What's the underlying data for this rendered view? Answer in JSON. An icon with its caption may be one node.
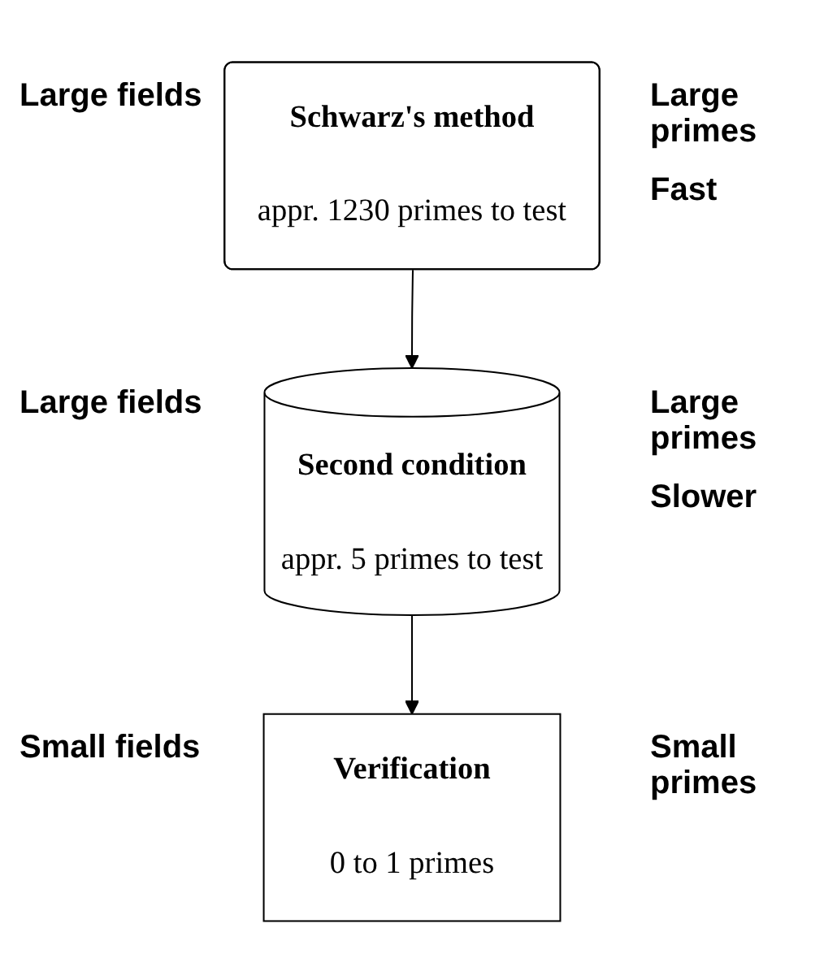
{
  "diagram": {
    "nodes": [
      {
        "text": [
          "Schwarz's method",
          "appr. 1230 primes to test"
        ]
      },
      {
        "text": [
          "Second condition",
          "appr. 5 primes to test"
        ]
      },
      {
        "text": [
          "Verification",
          "0 to 1 primes"
        ]
      }
    ],
    "edges": [
      {
        "from": 0,
        "to": 1,
        "arrow": "to"
      },
      {
        "from": 1,
        "to": 2,
        "arrow": "to"
      }
    ],
    "labels": [
      "Large fields",
      "Large primes",
      "Fast",
      "Large fields",
      "Large primes",
      "Slower",
      "Small fields",
      "Small primes"
    ]
  }
}
